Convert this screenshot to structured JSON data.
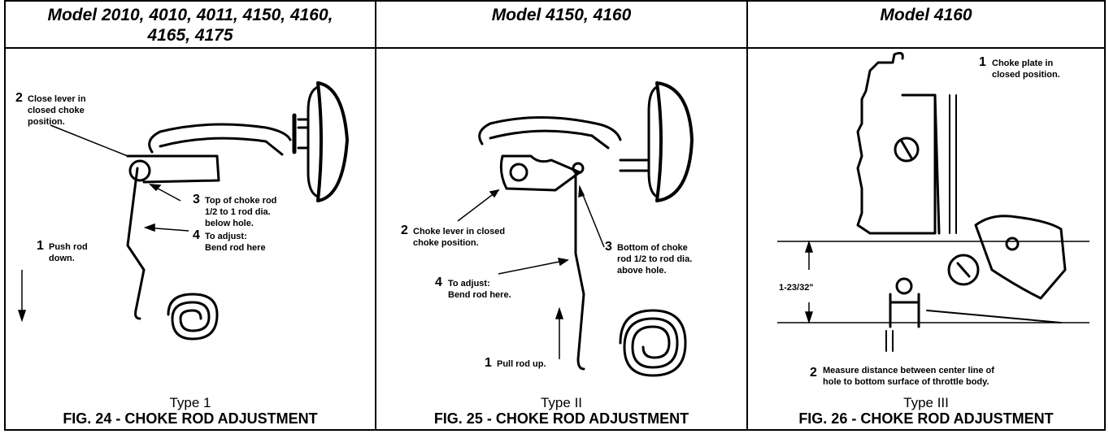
{
  "panels": [
    {
      "header_line1": "Model 2010, 4010, 4011, 4150, 4160,",
      "header_line2": "4165, 4175",
      "type_label": "Type 1",
      "fig_caption": "FIG. 24 - CHOKE ROD ADJUSTMENT",
      "callouts": [
        {
          "num": "2",
          "lines": [
            "Close lever in",
            "closed choke",
            "position."
          ]
        },
        {
          "num": "3",
          "lines": [
            "Top of choke rod",
            "1/2 to 1 rod dia.",
            "below hole."
          ]
        },
        {
          "num": "1",
          "lines": [
            "Push rod",
            "down."
          ]
        },
        {
          "num": "4",
          "lines": [
            "To adjust:",
            "Bend rod here"
          ]
        }
      ]
    },
    {
      "header_line1": "Model 4150, 4160",
      "type_label": "Type II",
      "fig_caption": "FIG. 25 - CHOKE ROD ADJUSTMENT",
      "callouts": [
        {
          "num": "2",
          "lines": [
            "Choke lever in closed",
            "choke position."
          ]
        },
        {
          "num": "3",
          "lines": [
            "Bottom of choke",
            "rod 1/2 to rod dia.",
            "above hole."
          ]
        },
        {
          "num": "4",
          "lines": [
            "To adjust:",
            "Bend rod here."
          ]
        },
        {
          "num": "1",
          "lines": [
            "Pull rod up."
          ]
        }
      ]
    },
    {
      "header_line1": "Model 4160",
      "type_label": "Type III",
      "fig_caption": "FIG. 26 - CHOKE ROD ADJUSTMENT",
      "callouts": [
        {
          "num": "1",
          "lines": [
            "Choke plate in",
            "closed position."
          ]
        },
        {
          "num": "2",
          "lines": [
            "Measure distance between center line of",
            "hole to bottom surface of throttle body."
          ]
        }
      ],
      "dimension": "1-23/32\""
    }
  ]
}
